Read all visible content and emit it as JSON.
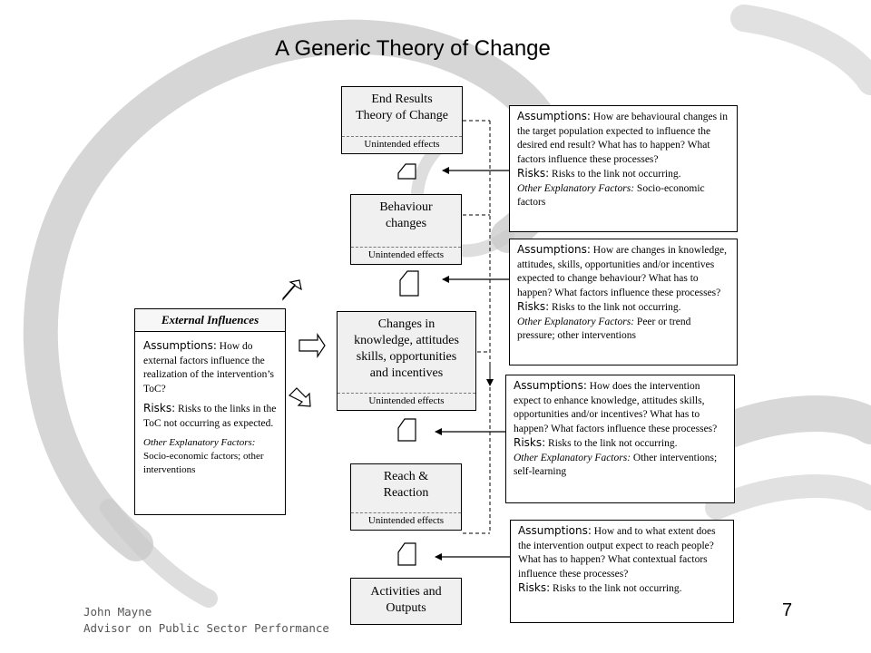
{
  "title": "A Generic Theory of Change",
  "unintended_label": "Unintended effects",
  "chain": {
    "end_results": [
      "End Results",
      "Theory of Change"
    ],
    "behaviour": [
      "Behaviour",
      "changes"
    ],
    "changes": [
      "Changes in",
      "knowledge, attitudes",
      "skills, opportunities",
      "and incentives"
    ],
    "reach": [
      "Reach &",
      "Reaction"
    ],
    "activities": [
      "Activities and",
      "Outputs"
    ]
  },
  "labels": {
    "assumptions": "Assumptions:",
    "risks": "Risks:",
    "other_factors": "Other Explanatory Factors:"
  },
  "notes": [
    {
      "assumptions": "How are behavioural changes in the target population expected to influence the desired end result? What has to happen? What factors influence these processes?",
      "risks": "Risks to the link not occurring.",
      "other": "Socio-economic factors"
    },
    {
      "assumptions": "How are changes in knowledge, attitudes, skills, opportunities and/or incentives expected to change behaviour? What has to happen? What factors influence these processes?",
      "risks": "Risks to the link not occurring.",
      "other": "Peer or trend pressure; other interventions"
    },
    {
      "assumptions": "How does the intervention expect to enhance knowledge, attitudes skills, opportunities and/or incentives? What has to happen? What factors influence these processes?",
      "risks": "Risks to the link not occurring.",
      "other": "Other interventions; self-learning"
    },
    {
      "assumptions": "How and to what extent does the intervention output expect to reach people? What has to happen? What contextual factors influence these processes?",
      "risks": "Risks to the link not occurring."
    }
  ],
  "external": {
    "heading": "External Influences",
    "assumptions": "How do external factors influence the realization of the intervention’s ToC?",
    "risks": "Risks to the links in the ToC not occurring as expected.",
    "other_label": "Other Explanatory Factors:",
    "other": "Socio-economic factors; other interventions"
  },
  "footer": {
    "name": "John Mayne",
    "role": "Advisor on Public Sector Performance"
  },
  "page_number": "7"
}
